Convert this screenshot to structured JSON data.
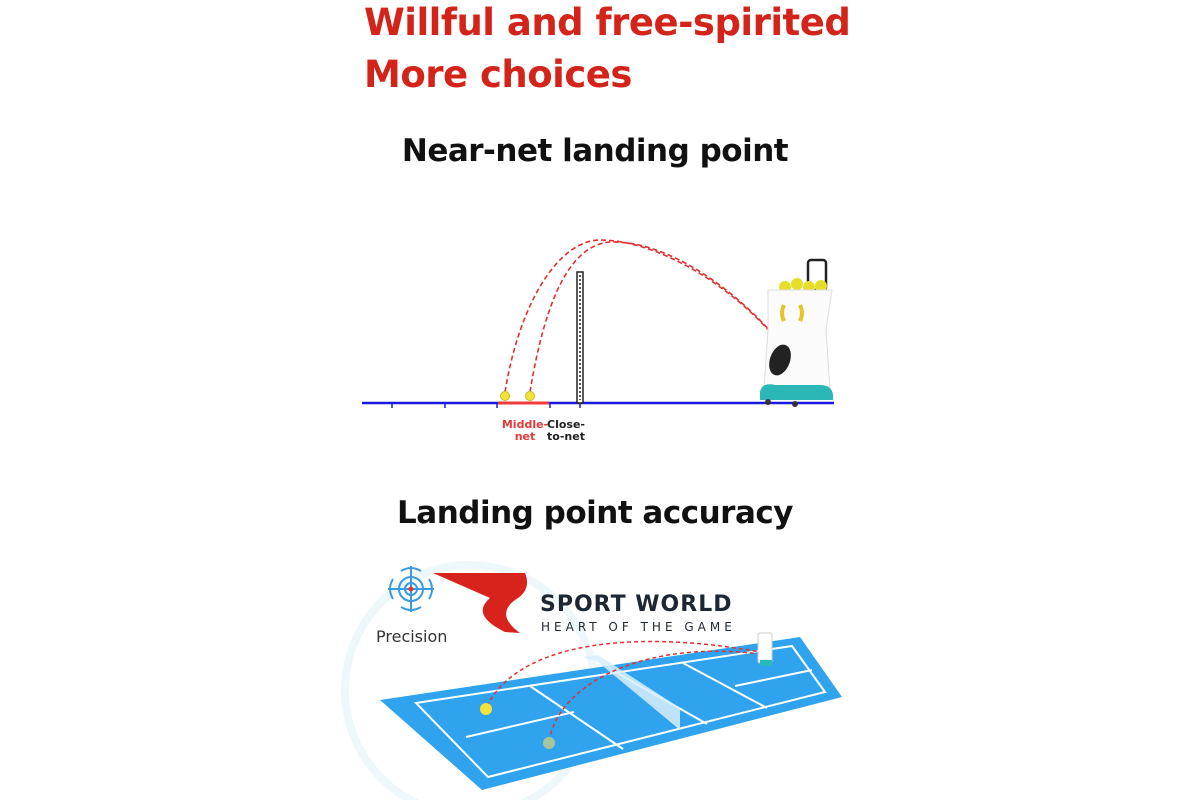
{
  "headline": {
    "line1": "Willful and free-spirited",
    "line2": "More choices"
  },
  "section1": {
    "title": "Near-net landing point",
    "labels": {
      "middle_net_1": "Middle-",
      "middle_net_2": "net",
      "close_net_1": "Close-",
      "close_net_2": "to-net"
    }
  },
  "section2": {
    "title": "Landing point accuracy",
    "precision_label": "Precision"
  },
  "watermark": {
    "brand": "SPORT WORLD",
    "tagline": "HEART OF THE GAME"
  },
  "colors": {
    "accent_red": "#d4241a",
    "ground_blue": "#1a1adf",
    "court_blue": "#2fa3ee",
    "target_blue": "#3a9be0"
  }
}
